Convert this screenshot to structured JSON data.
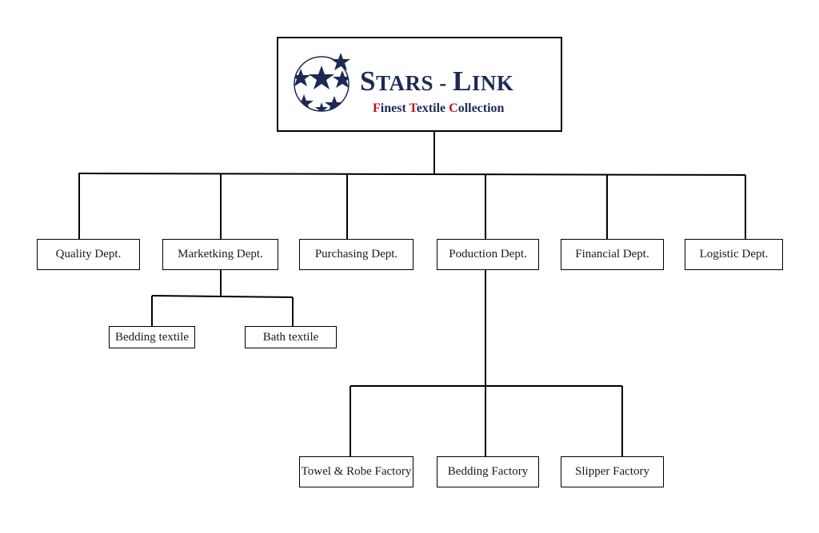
{
  "logo": {
    "brand_s": "S",
    "brand_tars": "TARS - ",
    "brand_l": "L",
    "brand_ink": "INK",
    "tagline": [
      {
        "first": "F",
        "rest": "inest "
      },
      {
        "first": "T",
        "rest": "extile "
      },
      {
        "first": "C",
        "rest": "ollection"
      }
    ],
    "icon": "soccer-ball-stars-icon",
    "colors": {
      "navy": "#1c2a55",
      "red": "#c0141a"
    }
  },
  "departments": [
    "Quality Dept.",
    "Marketking Dept.",
    "Purchasing Dept.",
    "Poduction Dept.",
    "Financial Dept.",
    "Logistic Dept."
  ],
  "marketing_units": [
    "Bedding textile",
    "Bath textile"
  ],
  "production_units": [
    "Towel & Robe Factory",
    "Bedding Factory",
    "Slipper Factory"
  ]
}
